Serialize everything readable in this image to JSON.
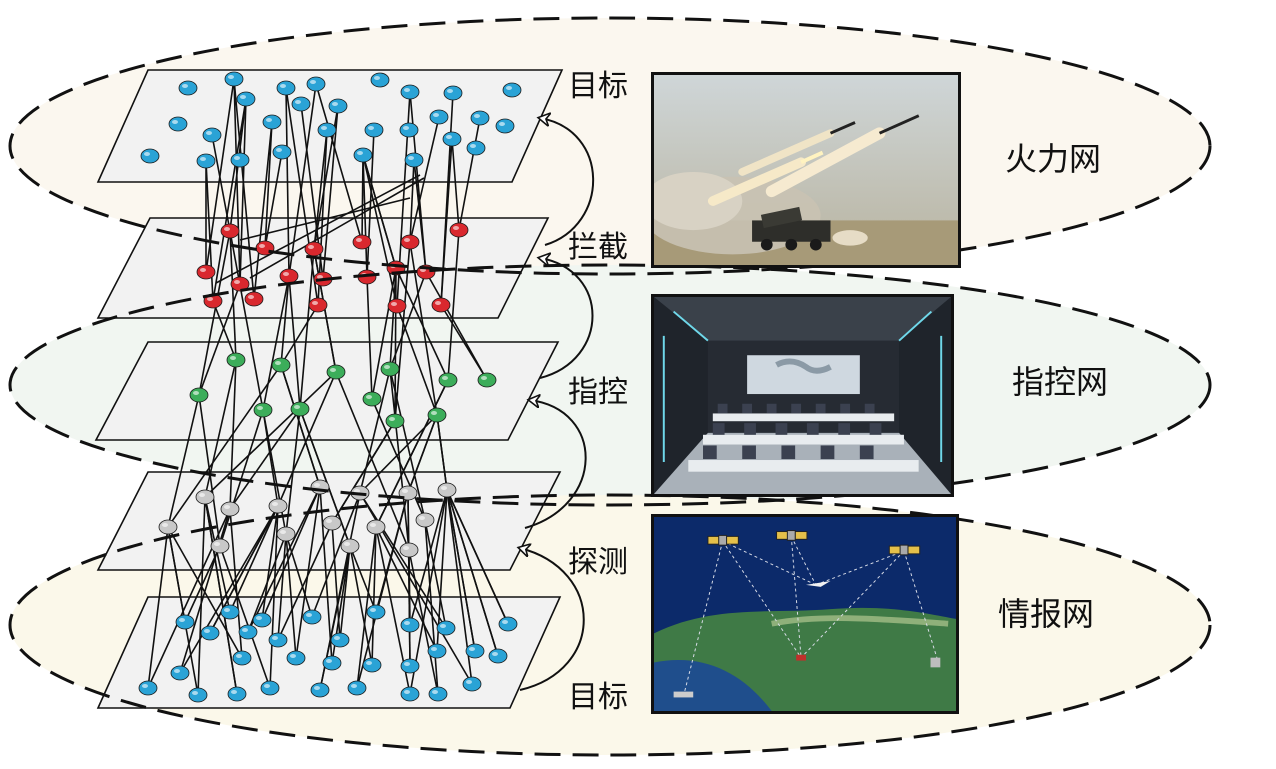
{
  "networks": {
    "fire": "火力网",
    "command": "指控网",
    "intel": "情报网"
  },
  "layers": {
    "target_top": "目标",
    "intercept": "拦截",
    "command": "指控",
    "detect": "探测",
    "target_bottom": "目标"
  },
  "colors": {
    "target_node": "#2aa3d6",
    "intercept_node": "#d9282e",
    "command_node": "#3cad5a",
    "detect_node": "#c8c8c8",
    "plane_fill": "#f2f2f2",
    "fire_ellipse": "#fbf7ef",
    "command_ellipse": "#f1f6f1",
    "intel_ellipse": "#fbf8ea"
  },
  "photos": {
    "fire": "rocket-launch-photo",
    "command": "command-center-photo",
    "intel": "satellite-reconnaissance-photo"
  }
}
